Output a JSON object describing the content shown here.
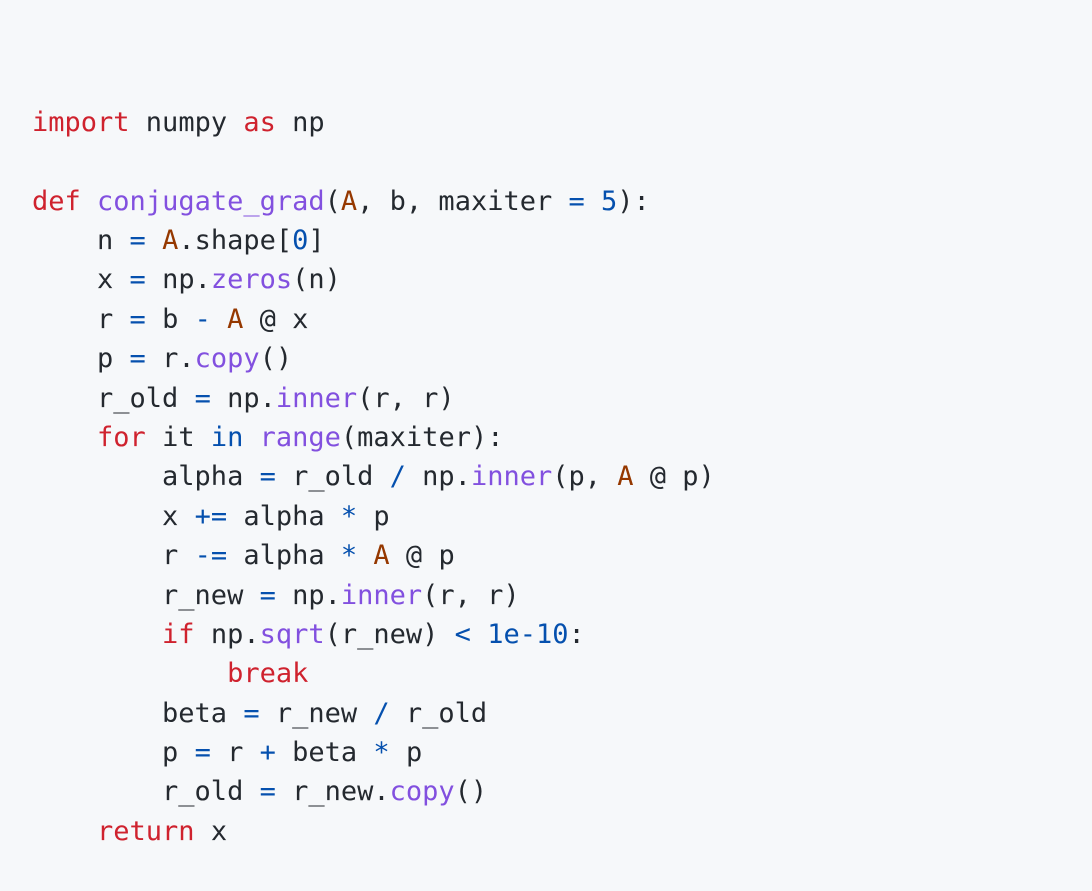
{
  "editor": {
    "language": "python",
    "colors": {
      "background": "#f6f8fa",
      "text": "#24292f",
      "keyword": "#cf222e",
      "function": "#8250df",
      "number": "#0550ae",
      "operator": "#0550ae",
      "class": "#953800"
    },
    "lines": [
      [
        [
          "kw",
          "import"
        ],
        [
          "plain",
          " numpy "
        ],
        [
          "kw",
          "as"
        ],
        [
          "plain",
          " np"
        ]
      ],
      [],
      [
        [
          "kw",
          "def"
        ],
        [
          "plain",
          " "
        ],
        [
          "fn",
          "conjugate_grad"
        ],
        [
          "plain",
          "("
        ],
        [
          "type",
          "A"
        ],
        [
          "plain",
          ", b, maxiter "
        ],
        [
          "op",
          "="
        ],
        [
          "plain",
          " "
        ],
        [
          "num",
          "5"
        ],
        [
          "plain",
          "):"
        ]
      ],
      [
        [
          "plain",
          "    n "
        ],
        [
          "op",
          "="
        ],
        [
          "plain",
          " "
        ],
        [
          "type",
          "A"
        ],
        [
          "plain",
          ".shape["
        ],
        [
          "num",
          "0"
        ],
        [
          "plain",
          "]"
        ]
      ],
      [
        [
          "plain",
          "    x "
        ],
        [
          "op",
          "="
        ],
        [
          "plain",
          " np."
        ],
        [
          "fn",
          "zeros"
        ],
        [
          "plain",
          "(n)"
        ]
      ],
      [
        [
          "plain",
          "    r "
        ],
        [
          "op",
          "="
        ],
        [
          "plain",
          " b "
        ],
        [
          "op",
          "-"
        ],
        [
          "plain",
          " "
        ],
        [
          "type",
          "A"
        ],
        [
          "plain",
          " @ x"
        ]
      ],
      [
        [
          "plain",
          "    p "
        ],
        [
          "op",
          "="
        ],
        [
          "plain",
          " r."
        ],
        [
          "fn",
          "copy"
        ],
        [
          "plain",
          "()"
        ]
      ],
      [
        [
          "plain",
          "    r_old "
        ],
        [
          "op",
          "="
        ],
        [
          "plain",
          " np."
        ],
        [
          "fn",
          "inner"
        ],
        [
          "plain",
          "(r, r)"
        ]
      ],
      [
        [
          "plain",
          "    "
        ],
        [
          "kw",
          "for"
        ],
        [
          "plain",
          " it "
        ],
        [
          "op",
          "in"
        ],
        [
          "plain",
          " "
        ],
        [
          "fn",
          "range"
        ],
        [
          "plain",
          "(maxiter):"
        ]
      ],
      [
        [
          "plain",
          "        alpha "
        ],
        [
          "op",
          "="
        ],
        [
          "plain",
          " r_old "
        ],
        [
          "op",
          "/"
        ],
        [
          "plain",
          " np."
        ],
        [
          "fn",
          "inner"
        ],
        [
          "plain",
          "(p, "
        ],
        [
          "type",
          "A"
        ],
        [
          "plain",
          " @ p)"
        ]
      ],
      [
        [
          "plain",
          "        x "
        ],
        [
          "op",
          "+="
        ],
        [
          "plain",
          " alpha "
        ],
        [
          "op",
          "*"
        ],
        [
          "plain",
          " p"
        ]
      ],
      [
        [
          "plain",
          "        r "
        ],
        [
          "op",
          "-="
        ],
        [
          "plain",
          " alpha "
        ],
        [
          "op",
          "*"
        ],
        [
          "plain",
          " "
        ],
        [
          "type",
          "A"
        ],
        [
          "plain",
          " @ p"
        ]
      ],
      [
        [
          "plain",
          "        r_new "
        ],
        [
          "op",
          "="
        ],
        [
          "plain",
          " np."
        ],
        [
          "fn",
          "inner"
        ],
        [
          "plain",
          "(r, r)"
        ]
      ],
      [
        [
          "plain",
          "        "
        ],
        [
          "kw",
          "if"
        ],
        [
          "plain",
          " np."
        ],
        [
          "fn",
          "sqrt"
        ],
        [
          "plain",
          "(r_new) "
        ],
        [
          "op",
          "<"
        ],
        [
          "plain",
          " "
        ],
        [
          "num",
          "1e-10"
        ],
        [
          "plain",
          ":"
        ]
      ],
      [
        [
          "plain",
          "            "
        ],
        [
          "kw",
          "break"
        ]
      ],
      [
        [
          "plain",
          "        beta "
        ],
        [
          "op",
          "="
        ],
        [
          "plain",
          " r_new "
        ],
        [
          "op",
          "/"
        ],
        [
          "plain",
          " r_old"
        ]
      ],
      [
        [
          "plain",
          "        p "
        ],
        [
          "op",
          "="
        ],
        [
          "plain",
          " r "
        ],
        [
          "op",
          "+"
        ],
        [
          "plain",
          " beta "
        ],
        [
          "op",
          "*"
        ],
        [
          "plain",
          " p"
        ]
      ],
      [
        [
          "plain",
          "        r_old "
        ],
        [
          "op",
          "="
        ],
        [
          "plain",
          " r_new."
        ],
        [
          "fn",
          "copy"
        ],
        [
          "plain",
          "()"
        ]
      ],
      [
        [
          "plain",
          "    "
        ],
        [
          "kw",
          "return"
        ],
        [
          "plain",
          " x"
        ]
      ]
    ]
  }
}
